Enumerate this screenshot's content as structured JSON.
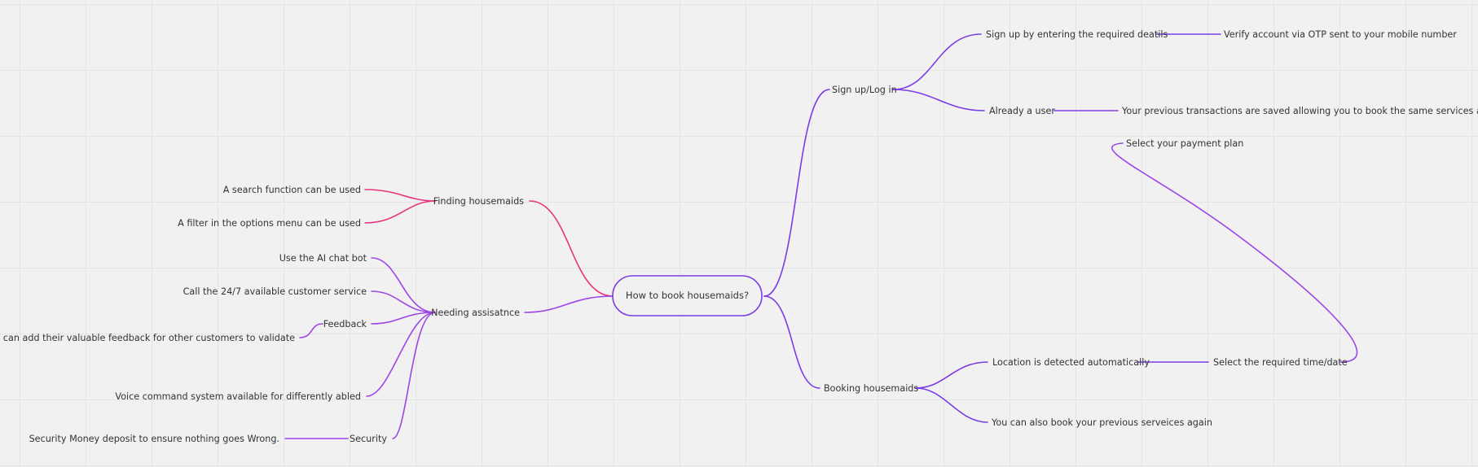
{
  "mindmap": {
    "central": "How to book housemaids?",
    "colors": {
      "pink": "#e8347c",
      "purple": "#9d45e8",
      "violet": "#7a3ce6"
    },
    "branches": {
      "signup": {
        "label": "Sign up/Log in",
        "children": {
          "new_user": "Sign up by entering the required deatils",
          "verify": "Verify account via OTP sent to your mobile number",
          "existing": "Already a user",
          "saved": "Your previous transactions are saved allowing you to book the same services agaian"
        }
      },
      "booking": {
        "label": "Booking housemaids",
        "children": {
          "location": "Location is detected automatically",
          "time": "Select the required time/date",
          "payment": "Select your payment plan",
          "previous": "You can also book your previous serveices again"
        }
      },
      "finding": {
        "label": "Finding housemaids",
        "children": {
          "search": "A search function can be used",
          "filter": "A filter in the options menu can be used"
        }
      },
      "assistance": {
        "label": "Needing assisatnce",
        "children": {
          "chatbot": "Use the AI chat bot",
          "call": "Call the 24/7 available customer service",
          "feedback": "Feedback",
          "feedback_detail": "Users can add their valuable feedback for other customers to validate",
          "voice": "Voice command system available for differently abled",
          "security": "Security",
          "security_detail": "Security Money deposit to ensure nothing goes Wrong."
        }
      }
    }
  }
}
